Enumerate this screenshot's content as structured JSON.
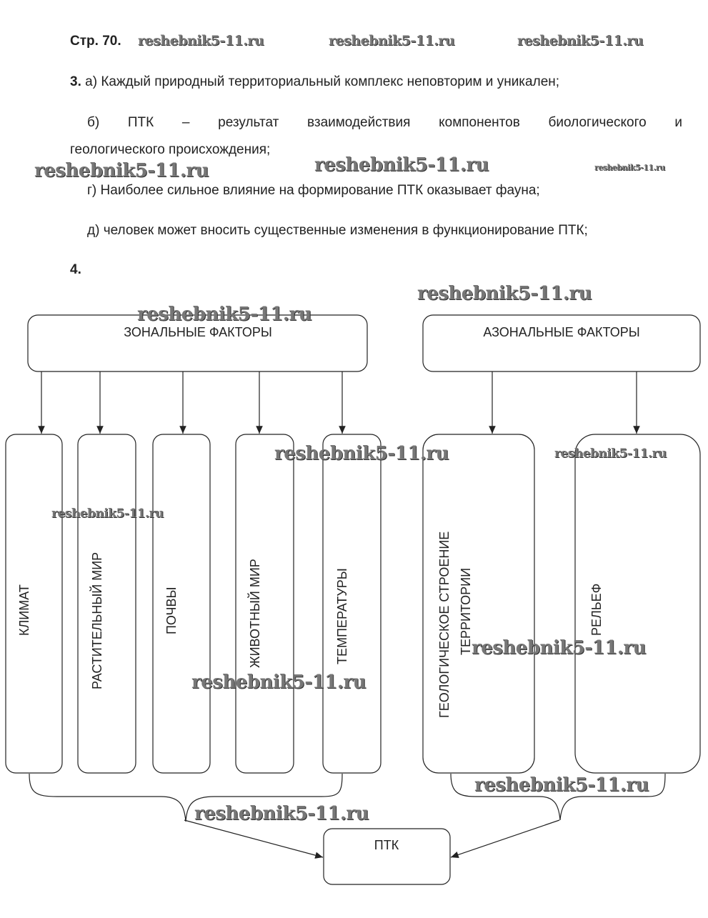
{
  "header": {
    "page_label": "Стр. 70."
  },
  "task3": {
    "number": "3.",
    "a": "а) Каждый природный территориальный комплекс неповторим и уникален;",
    "b_line1": "б) ПТК – результат взаимодействия компонентов биологического и",
    "b_line2": "геологического происхождения;",
    "g": "г) Наиболее сильное влияние на формирование ПТК оказывает фауна;",
    "d": "д) человек может вносить существенные изменения в функционирование ПТК;"
  },
  "task4": {
    "number": "4.",
    "diagram": {
      "zonal_title": "ЗОНАЛЬНЫЕ ФАКТОРЫ",
      "azonal_title": "АЗОНАЛЬНЫЕ ФАКТОРЫ",
      "zonal_factors": [
        "КЛИМАТ",
        "РАСТИТЕЛЬНЫЙ МИР",
        "ПОЧВЫ",
        "ЖИВОТНЫЙ МИР",
        "ТЕМПЕРАТУРЫ"
      ],
      "azonal_factors": [
        "ГЕОЛОГИЧЕСКОЕ СТРОЕНИЕ",
        "ТЕРРИТОРИИ",
        "РЕЛЬЕФ"
      ],
      "result": "ПТК"
    }
  },
  "watermark": "reshebnik5-11.ru"
}
